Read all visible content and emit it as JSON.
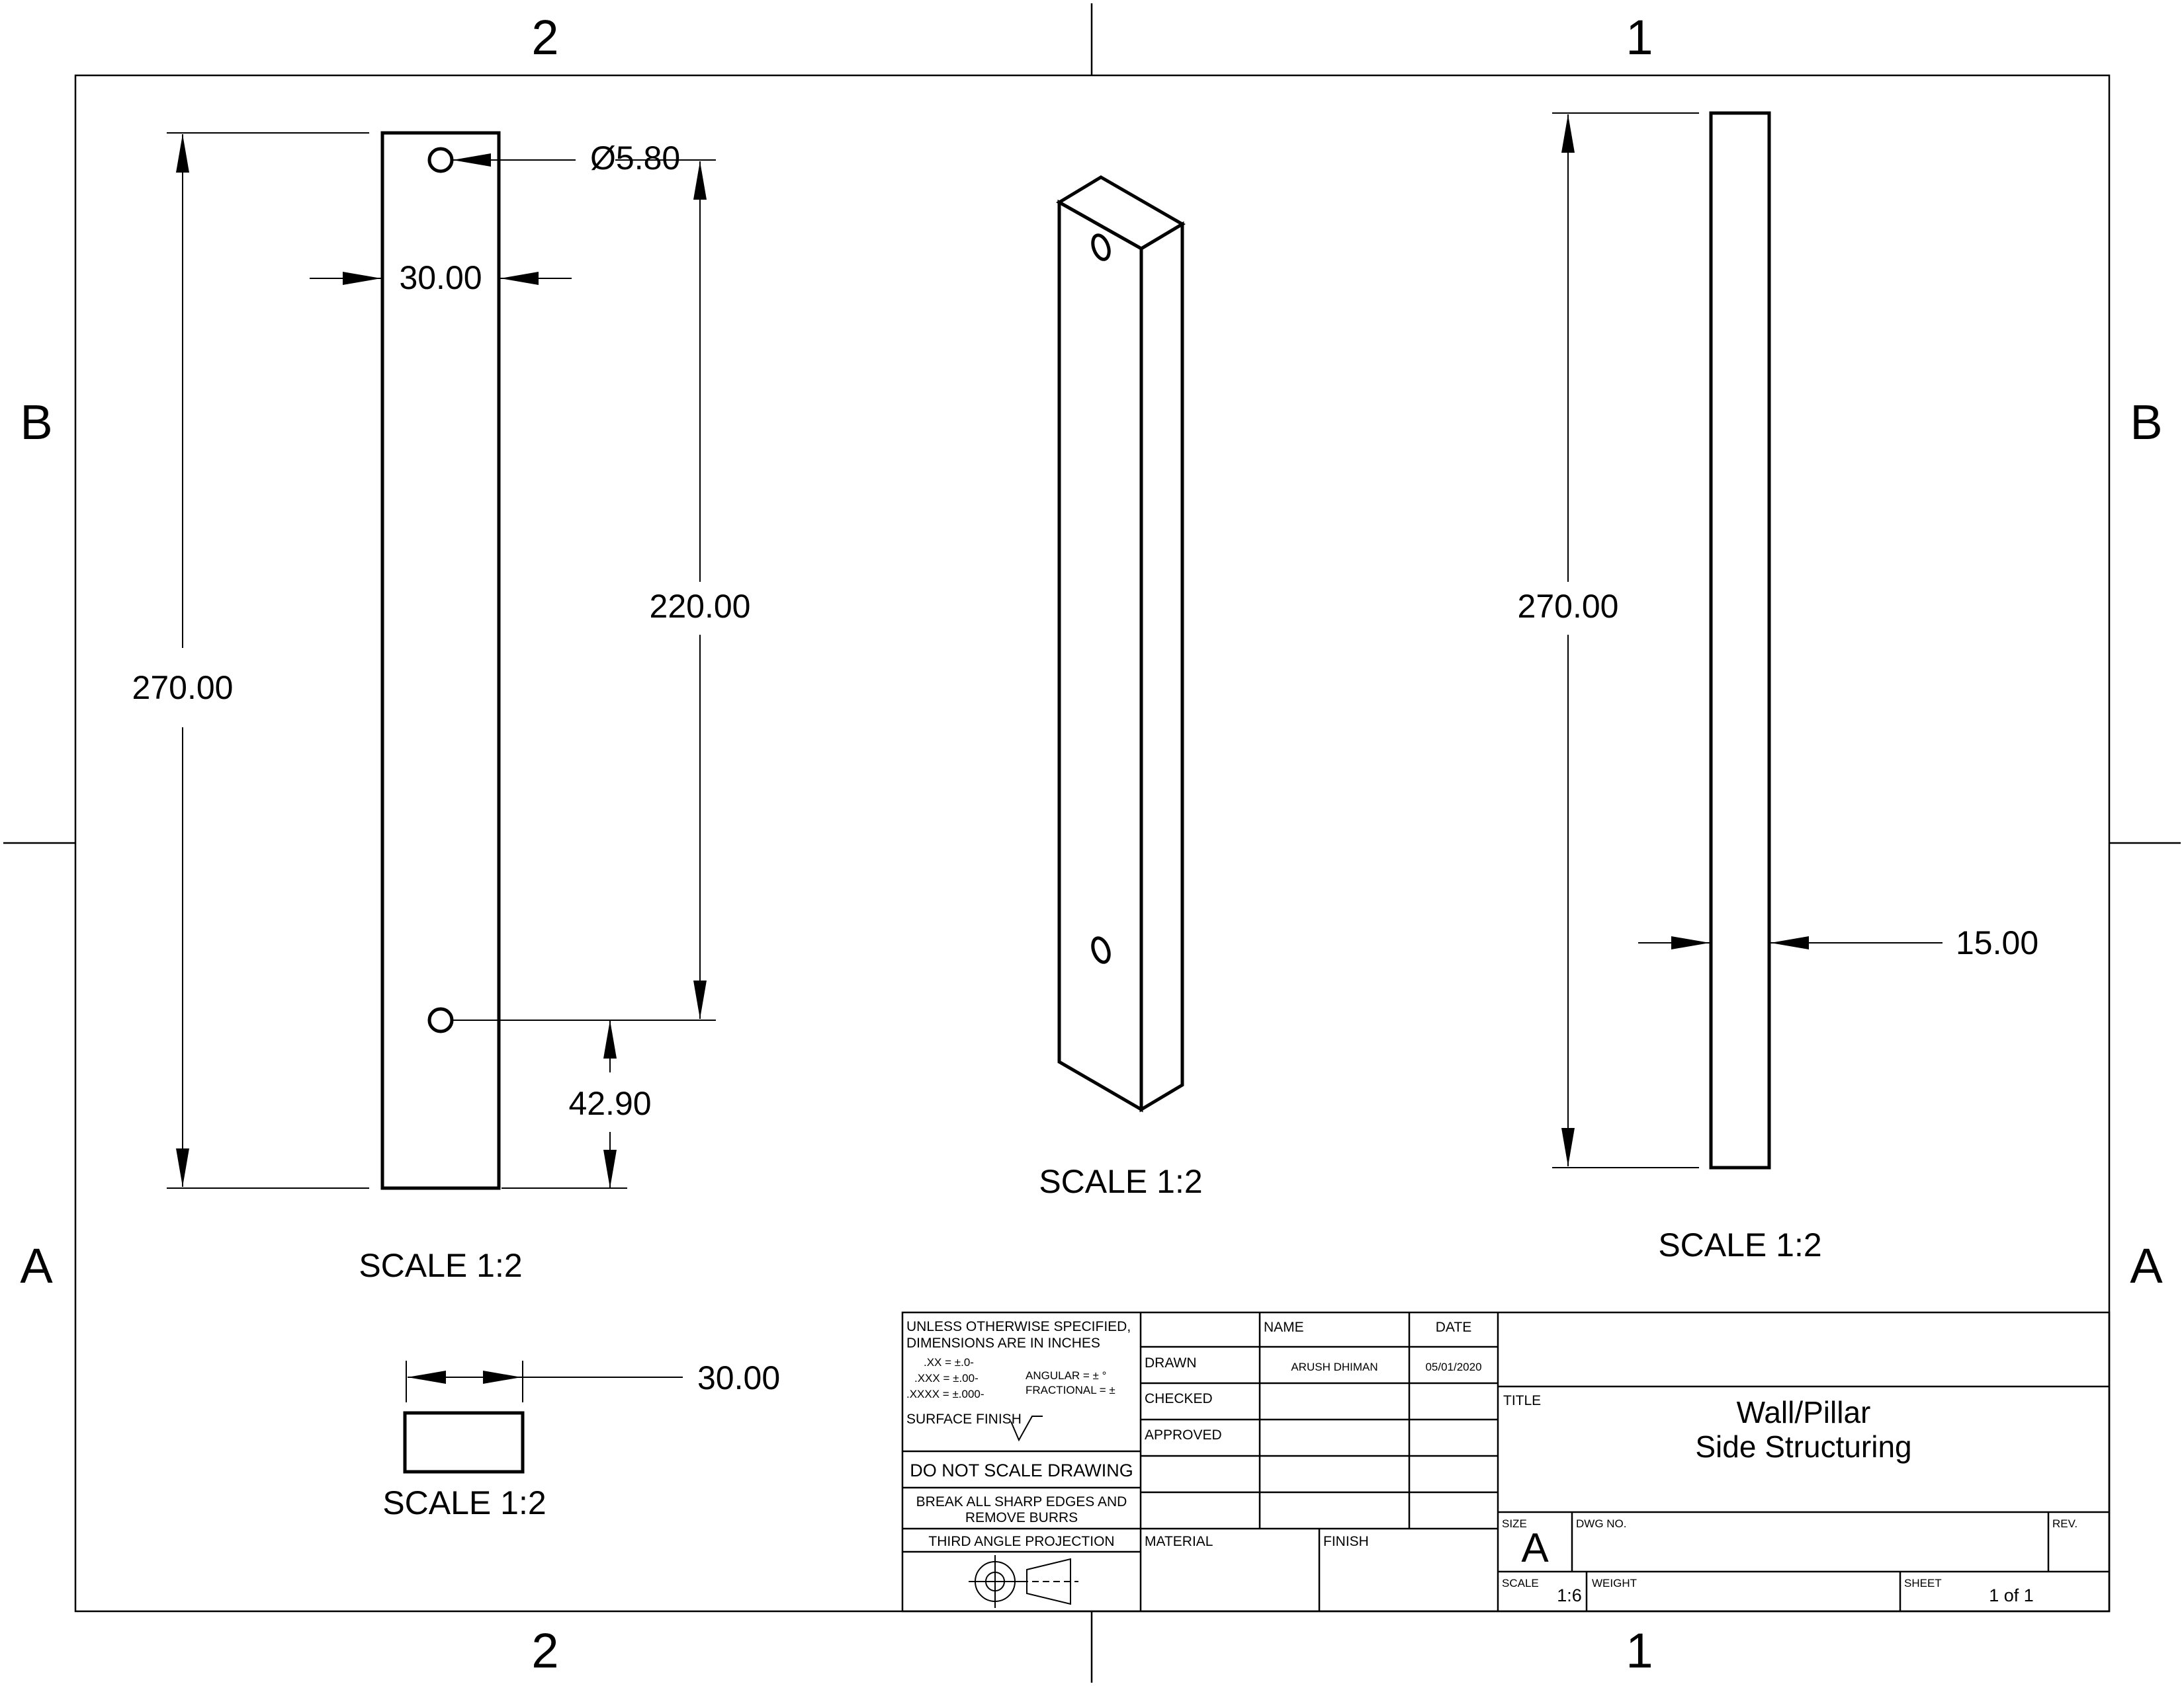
{
  "zones": {
    "top_left": "2",
    "top_right": "1",
    "bottom_left": "2",
    "bottom_right": "1",
    "left_upper": "B",
    "left_lower": "A",
    "right_upper": "B",
    "right_lower": "A"
  },
  "views": {
    "front": {
      "scale": "SCALE 1:2",
      "hole_dia": "Ø5.80",
      "width": "30.00",
      "height": "270.00",
      "hole_spacing": "220.00",
      "bottom_offset": "42.90"
    },
    "iso": {
      "scale": "SCALE 1:2"
    },
    "side": {
      "scale": "SCALE 1:2",
      "height": "270.00",
      "thickness": "15.00"
    },
    "top": {
      "scale": "SCALE 1:2",
      "width": "30.00"
    }
  },
  "title_block": {
    "tolerance_line1": "UNLESS OTHERWISE SPECIFIED,",
    "tolerance_line2": "DIMENSIONS ARE IN INCHES",
    "tol_xx": ".XX = ±.0-",
    "tol_xxx": ".XXX = ±.00-",
    "tol_xxxx": ".XXXX = ±.000-",
    "angular": "ANGULAR = ± °",
    "fractional": "FRACTIONAL = ±",
    "surface_finish": "SURFACE FINISH",
    "do_not_scale": "DO NOT SCALE DRAWING",
    "break_edges_1": "BREAK ALL SHARP EDGES AND",
    "break_edges_2": "REMOVE BURRS",
    "projection": "THIRD ANGLE PROJECTION",
    "col_name": "NAME",
    "col_date": "DATE",
    "drawn": "DRAWN",
    "drawn_name": "ARUSH DHIMAN",
    "drawn_date": "05/01/2020",
    "checked": "CHECKED",
    "approved": "APPROVED",
    "material": "MATERIAL",
    "finish": "FINISH",
    "title_label": "TITLE",
    "title_line1": "Wall/Pillar",
    "title_line2": "Side Structuring",
    "size_label": "SIZE",
    "size_value": "A",
    "dwg_label": "DWG NO.",
    "rev_label": "REV.",
    "scale_label": "SCALE",
    "scale_value": "1:6",
    "weight_label": "WEIGHT",
    "sheet_label": "SHEET",
    "sheet_value": "1 of 1"
  }
}
